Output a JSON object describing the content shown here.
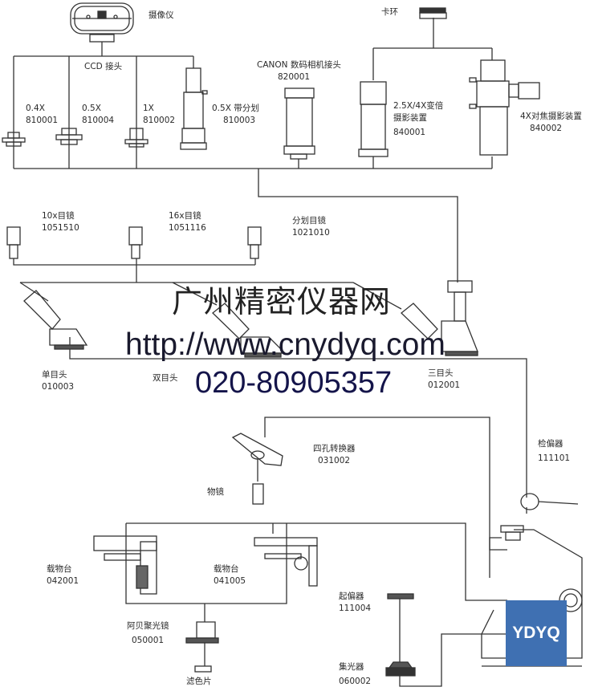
{
  "components": {
    "camera": "摄像仪",
    "ccd_adapter": "CCD 接头",
    "adapter_04x": {
      "name": "0.4X",
      "code": "810001"
    },
    "adapter_05x": {
      "name": "0.5X",
      "code": "810004"
    },
    "adapter_1x": {
      "name": "1X",
      "code": "810002"
    },
    "adapter_05x_reticle": {
      "name": "0.5X 带分划",
      "code": "810003"
    },
    "canon_adapter": {
      "name": "CANON 数码相机接头",
      "code": "820001"
    },
    "clamp_ring": "卡环",
    "zoom_photo": {
      "name1": "2.5X/4X变倍",
      "name2": "摄影装置",
      "code": "840001"
    },
    "focus_photo": {
      "name": "4X对焦摄影装置",
      "code": "840002"
    },
    "eyepiece_10x": {
      "name": "10x目镜",
      "code": "1051510"
    },
    "eyepiece_16x": {
      "name": "16x目镜",
      "code": "1051116"
    },
    "eyepiece_reticle": {
      "name": "分划目镜",
      "code": "1021010"
    },
    "monocular_head": {
      "name": "单目头",
      "code": "010003"
    },
    "binocular_head": {
      "name": "双目头"
    },
    "trinocular_head": {
      "name": "三目头",
      "code": "012001"
    },
    "nosepiece": {
      "name": "四孔转换器",
      "code": "031002"
    },
    "objective": "物镜",
    "analyzer": {
      "name": "检偏器",
      "code": "111101"
    },
    "stage_a": {
      "name": "载物台",
      "code": "042001"
    },
    "stage_b": {
      "name": "载物台",
      "code": "041005"
    },
    "polarizer": {
      "name": "起偏器",
      "code": "111004"
    },
    "abbe_condenser": {
      "name": "阿贝聚光镜",
      "code": "050001"
    },
    "filter": "滤色片",
    "collector": {
      "name": "集光器",
      "code": "060002"
    }
  },
  "watermark": {
    "site_name": "广州精密仪器网",
    "url": "http://www.cnydyq.com",
    "phone": "020-80905357",
    "logo": "YDYQ"
  },
  "colors": {
    "line": "#333333",
    "logo_bg": "#3f70b2"
  }
}
